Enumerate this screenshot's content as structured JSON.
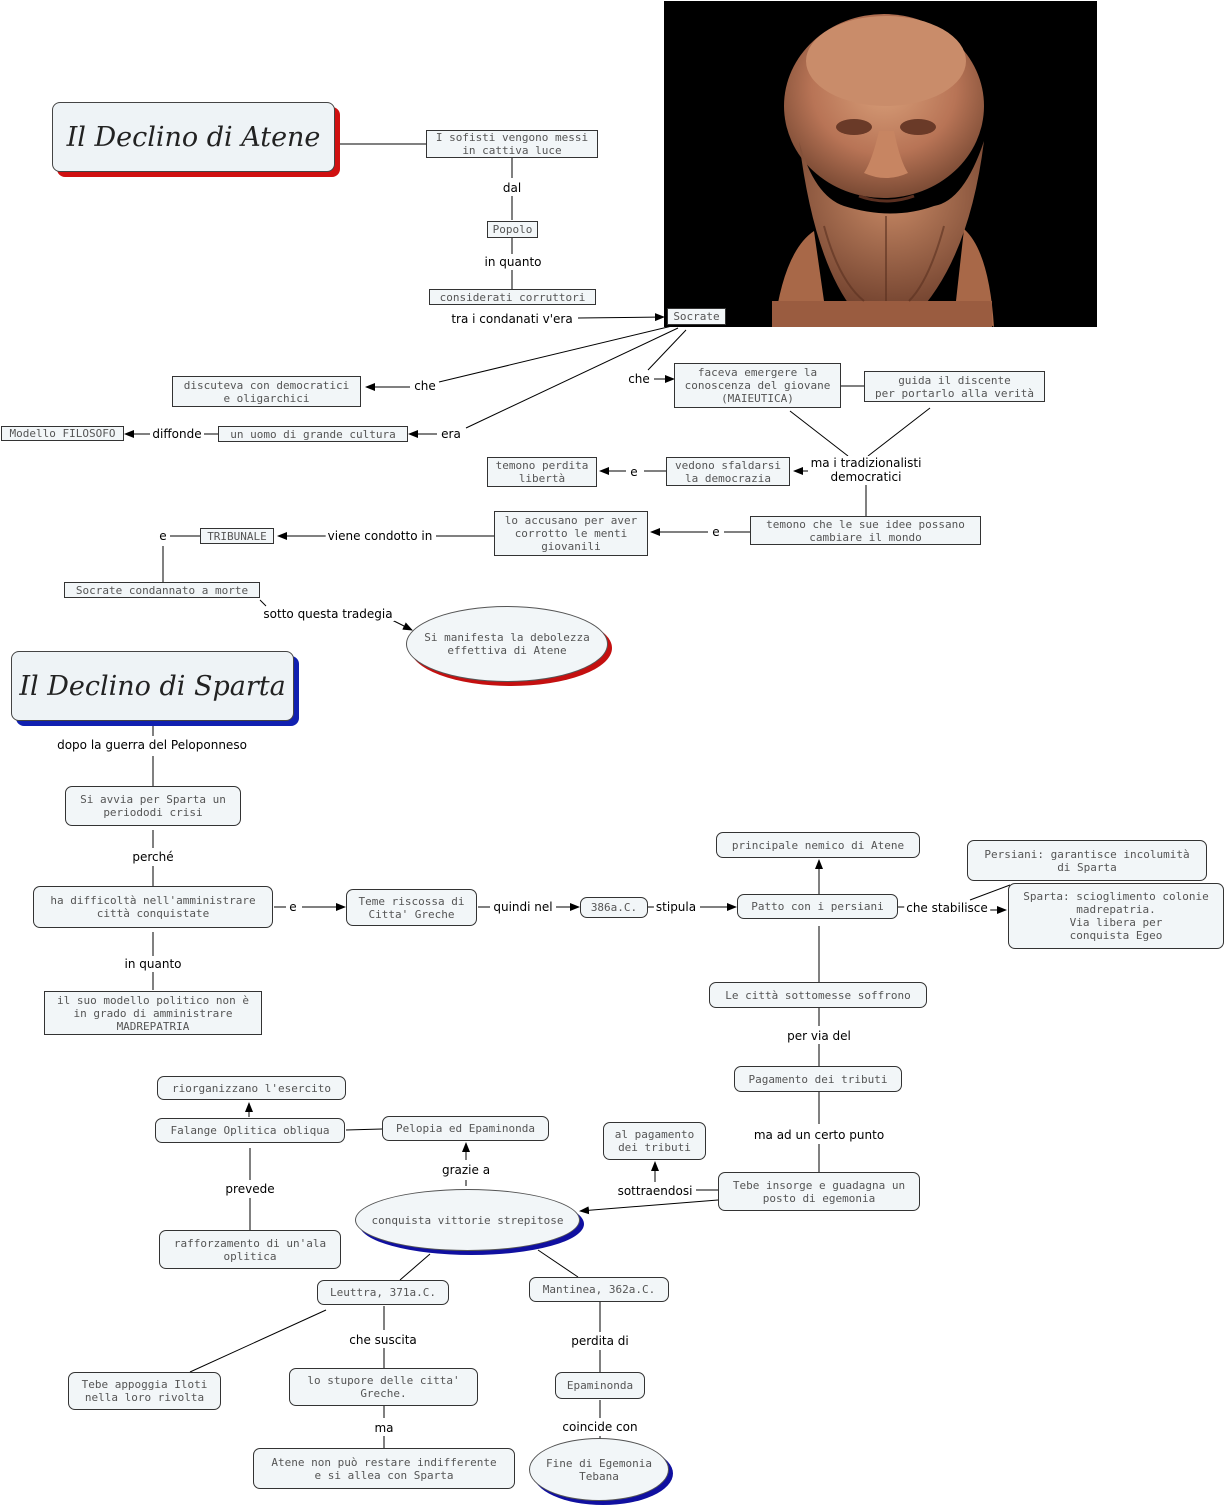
{
  "titles": {
    "athens": "Il Declino di Atene",
    "sparta": "Il Declino di Sparta"
  },
  "athens": {
    "sofisti": "I sofisti vengono messi\nin cattiva luce",
    "popolo": "Popolo",
    "corruttori": "considerati corruttori",
    "socrate": "Socrate",
    "discuteva": "discuteva con democratici\ne oligarchici",
    "modello": "Modello FILOSOFO",
    "uomo_cultura": "un uomo di grande cultura",
    "maieutica": "faceva emergere la\nconoscenza del giovane\n(MAIEUTICA)",
    "guida": "guida il discente\nper portarlo alla verità",
    "tradizionalisti": "ma i tradizionalisti\ndemocratici",
    "liberta": "temono perdita\nlibertà",
    "sfaldarsi": "vedono sfaldarsi\nla democrazia",
    "idee": "temono che le sue idee possano\ncambiare il mondo",
    "accusano": "lo accusano per aver\ncorrotto le menti\ngiovanili",
    "tribunale": "TRIBUNALE",
    "condannato": "Socrate condannato a morte",
    "debolezza": "Si manifesta la debolezza\neffettiva di Atene"
  },
  "athens_links": {
    "dal": "dal",
    "in_quanto": "in quanto",
    "condanati": "tra i condanati v'era",
    "che_left": "che",
    "che_right": "che",
    "era": "era",
    "diffonde": "diffonde",
    "e_liberta": "e",
    "e_idee": "e",
    "viene_condotto": "viene condotto in",
    "e_tribunale": "e",
    "tragedia": "sotto questa tradegia"
  },
  "sparta": {
    "crisi": "Si avvia per Sparta un\nperiododi crisi",
    "difficolta": "ha difficoltà nell'amministrare\ncittà conquistate",
    "modello_politico": "il suo modello politico non è\nin grado di amministrare\nMADREPATRIA",
    "riscossa": "Teme riscossa di\nCitta' Greche",
    "data_386": "386a.C.",
    "patto": "Patto con i persiani",
    "nemico": "principale nemico di Atene",
    "persiani": "Persiani: garantisce incolumità\ndi Sparta",
    "sparta_colonie": "Sparta: scioglimento colonie\nmadrepatria.\nVia libera per\nconquista Egeo",
    "soffrono": "Le città sottomesse soffrono",
    "tributi": "Pagamento dei tributi",
    "tebe": "Tebe insorge e guadagna un\nposto di egemonia",
    "al_pagamento": "al pagamento\ndei tributi",
    "vittorie": "conquista vittorie strepitose",
    "pelopia": "Pelopia ed Epaminonda",
    "falange": "Falange Oplitica obliqua",
    "esercito": "riorganizzano l'esercito",
    "ala": "rafforzamento di un'ala\noplitica",
    "leuttra": "Leuttra, 371a.C.",
    "mantinea": "Mantinea, 362a.C.",
    "iloti": "Tebe appoggia Iloti\nnella loro rivolta",
    "stupore": "lo stupore delle citta'\nGreche.",
    "atene_alleata": "Atene non può restare indifferente\ne si allea con Sparta",
    "epaminonda": "Epaminonda",
    "fine": "Fine di Egemonia\nTebana"
  },
  "sparta_links": {
    "guerra": "dopo la guerra del Peloponneso",
    "perche": "perché",
    "in_quanto": "in quanto",
    "e": "e",
    "quindi": "quindi nel",
    "stipula": "stipula",
    "stabilisce": "che stabilisce",
    "per_via": "per via del",
    "certo_punto": "ma ad un certo punto",
    "sottraendosi": "sottraendosi",
    "grazie": "grazie a",
    "prevede": "prevede",
    "suscita": "che suscita",
    "ma": "ma",
    "perdita": "perdita di",
    "coincide": "coincide con"
  },
  "colors": {
    "athens_accent": "#d01010",
    "sparta_accent": "#1020b0",
    "node_fill": "#f2f6f8"
  },
  "image": {
    "subject": "bust-of-socrates"
  }
}
